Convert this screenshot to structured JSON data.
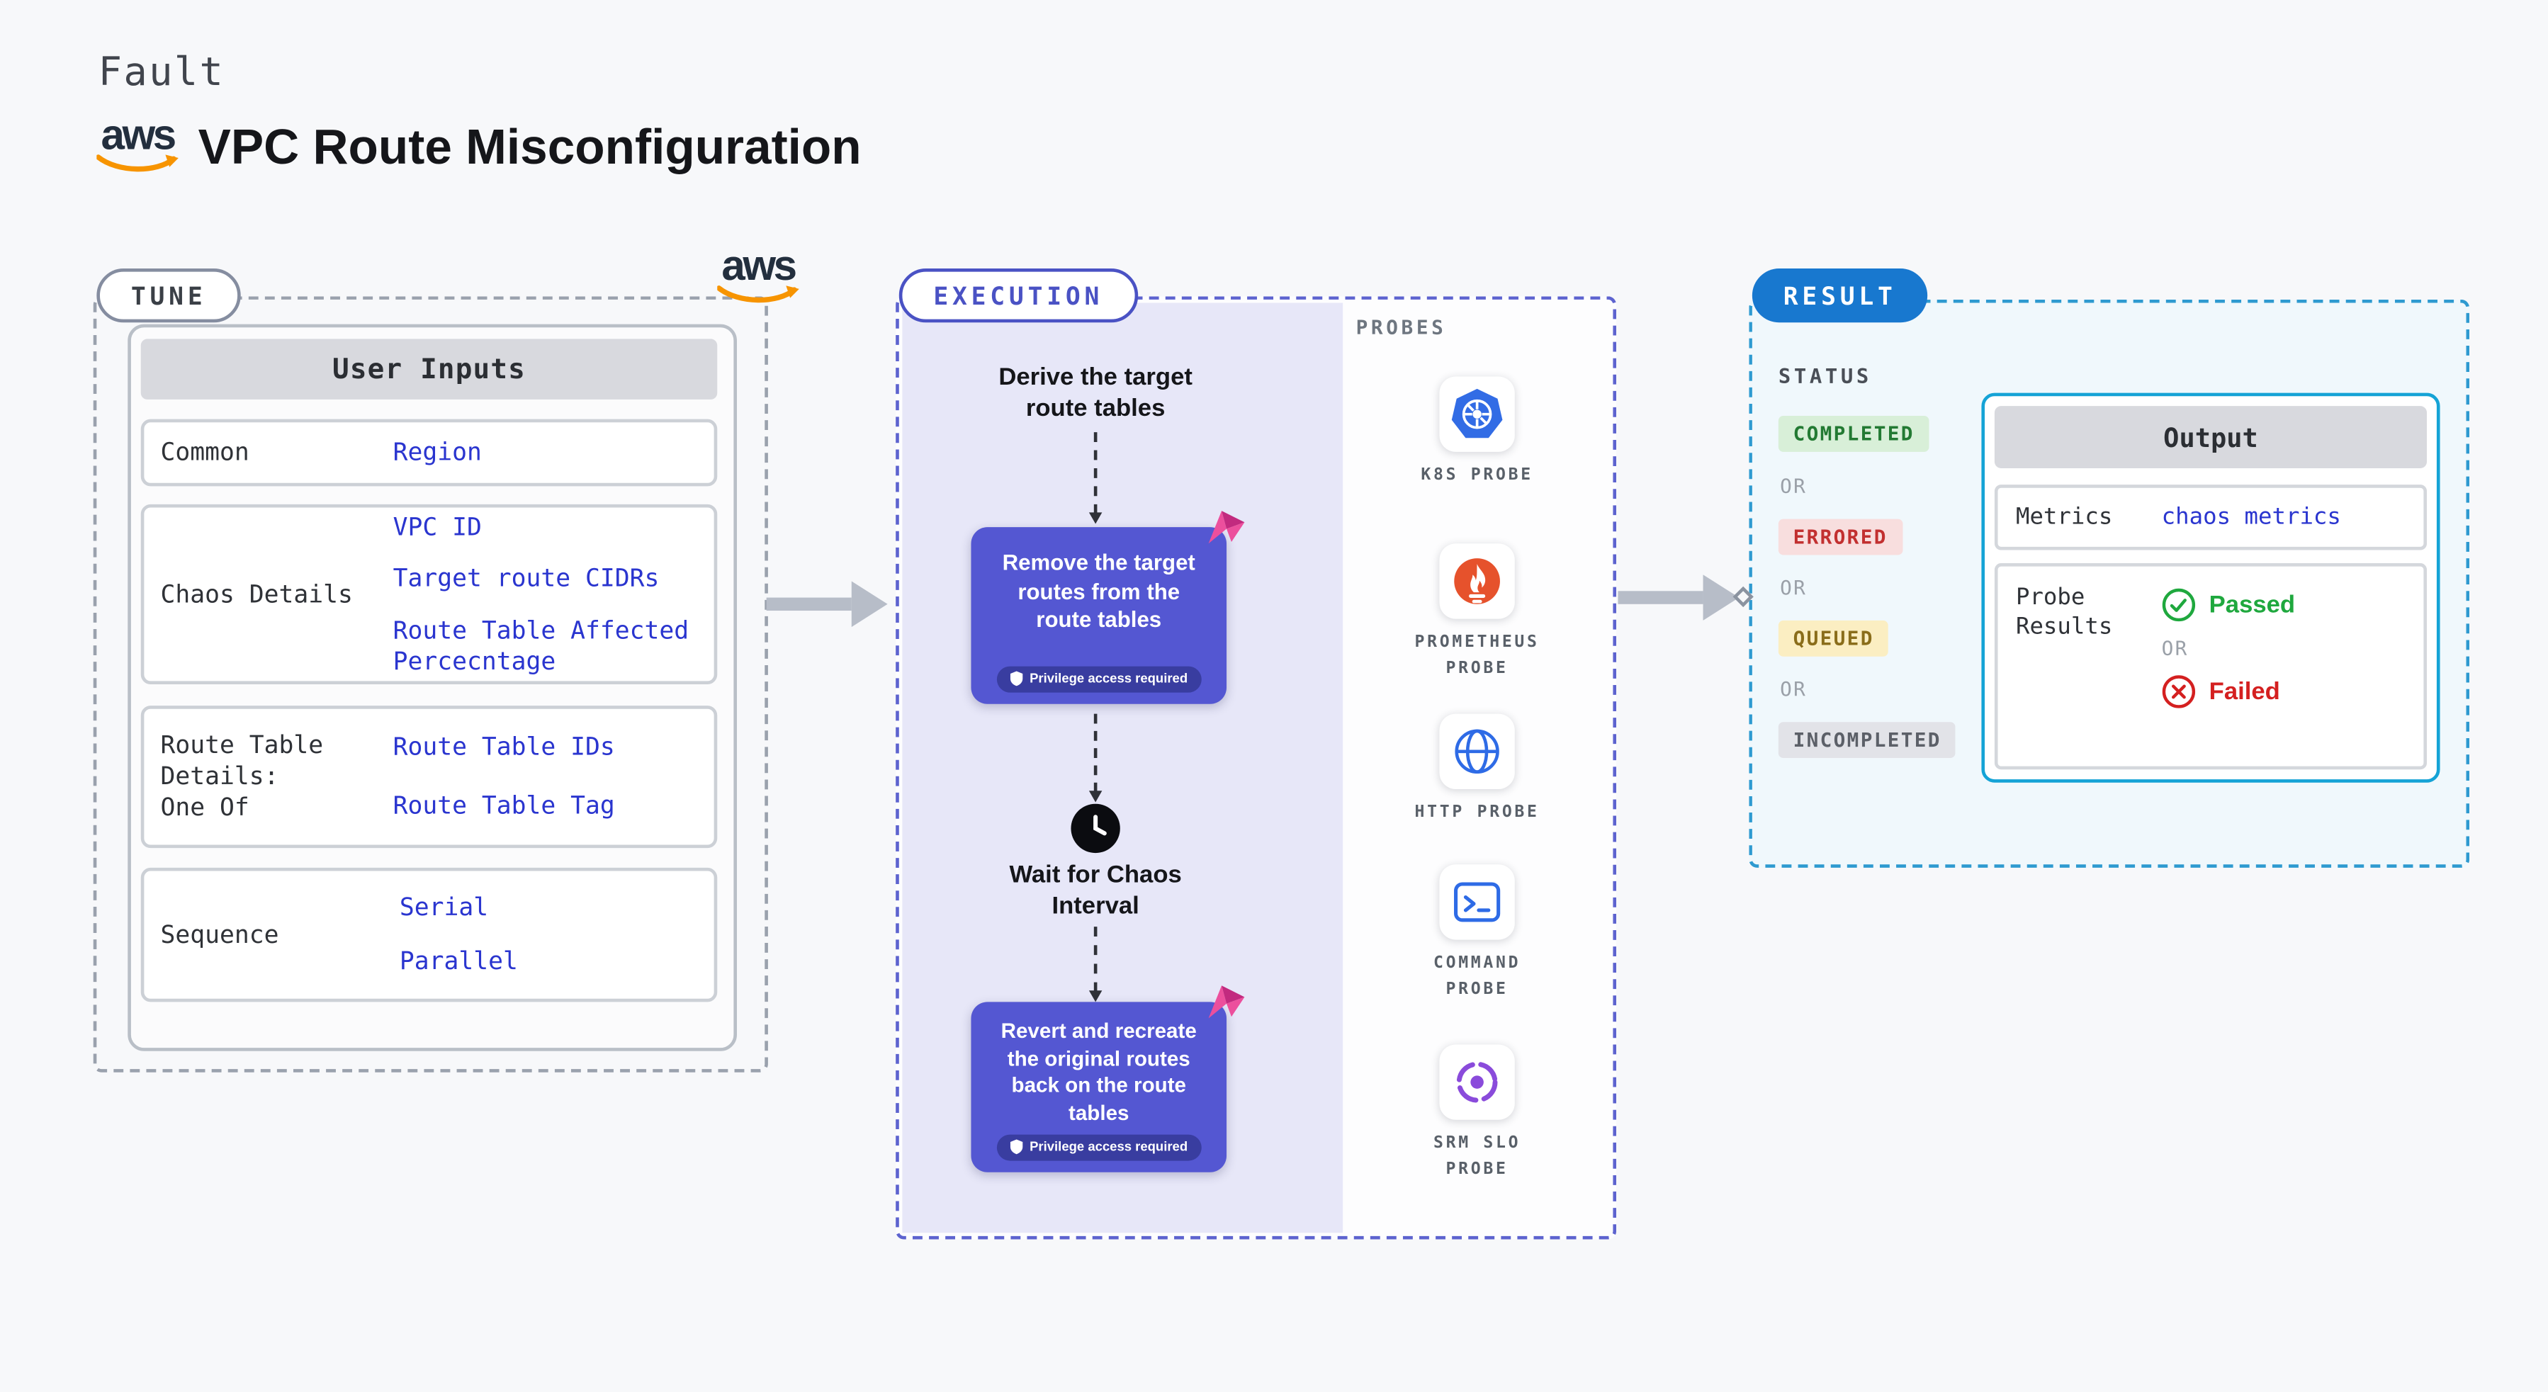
{
  "page": {
    "kicker": "Fault",
    "title": "VPC Route Misconfiguration",
    "aws_logo_text": "aws"
  },
  "tune": {
    "label": "TUNE",
    "user_inputs": {
      "header": "User Inputs",
      "rows": [
        {
          "label": "Common",
          "values": [
            "Region"
          ]
        },
        {
          "label": "Chaos Details",
          "values": [
            "VPC ID",
            "Target route CIDRs",
            "Route Table Affected Percecntage"
          ]
        },
        {
          "label": "Route Table\nDetails:\nOne Of",
          "values": [
            "Route Table IDs",
            "Route Table Tag"
          ]
        },
        {
          "label": "Sequence",
          "values": [
            "Serial",
            "Parallel"
          ]
        }
      ]
    }
  },
  "execution": {
    "label": "EXECUTION",
    "flow": {
      "derive_text": "Derive the target route tables",
      "remove_text": "Remove the target routes from the route tables",
      "wait_text": "Wait for Chaos Interval",
      "revert_text": "Revert and recreate the original routes back on the route tables",
      "privilege_badge": "Privilege access required"
    },
    "probes": {
      "header": "PROBES",
      "items": [
        {
          "label": "K8S PROBE",
          "icon": "kubernetes-icon"
        },
        {
          "label": "PROMETHEUS PROBE",
          "icon": "prometheus-icon"
        },
        {
          "label": "HTTP PROBE",
          "icon": "globe-icon"
        },
        {
          "label": "COMMAND PROBE",
          "icon": "terminal-icon"
        },
        {
          "label": "SRM SLO PROBE",
          "icon": "srm-slo-icon"
        }
      ]
    }
  },
  "result": {
    "label": "RESULT",
    "status": {
      "header": "STATUS",
      "or_label": "OR",
      "badges": [
        {
          "label": "COMPLETED",
          "color": "#237a33"
        },
        {
          "label": "ERRORED",
          "color": "#c23030"
        },
        {
          "label": "QUEUED",
          "color": "#8a6d1a"
        },
        {
          "label": "INCOMPLETED",
          "color": "#5c6068"
        }
      ]
    },
    "output": {
      "header": "Output",
      "metrics_label": "Metrics",
      "metrics_value": "chaos metrics",
      "probe_results_label": "Probe Results",
      "passed_label": "Passed",
      "or_label": "OR",
      "failed_label": "Failed"
    }
  },
  "colors": {
    "accent_blue_text": "#2a35cf",
    "execution_purple": "#5457d2",
    "result_blue": "#1878cf",
    "output_border": "#15a3d6",
    "aws_orange": "#f79400",
    "chaos_pink": "#e8368f",
    "completed_bg": "#d8efd8",
    "errored_bg": "#f8dede",
    "queued_bg": "#fbeec2",
    "incompleted_bg": "#e2e3e8"
  }
}
